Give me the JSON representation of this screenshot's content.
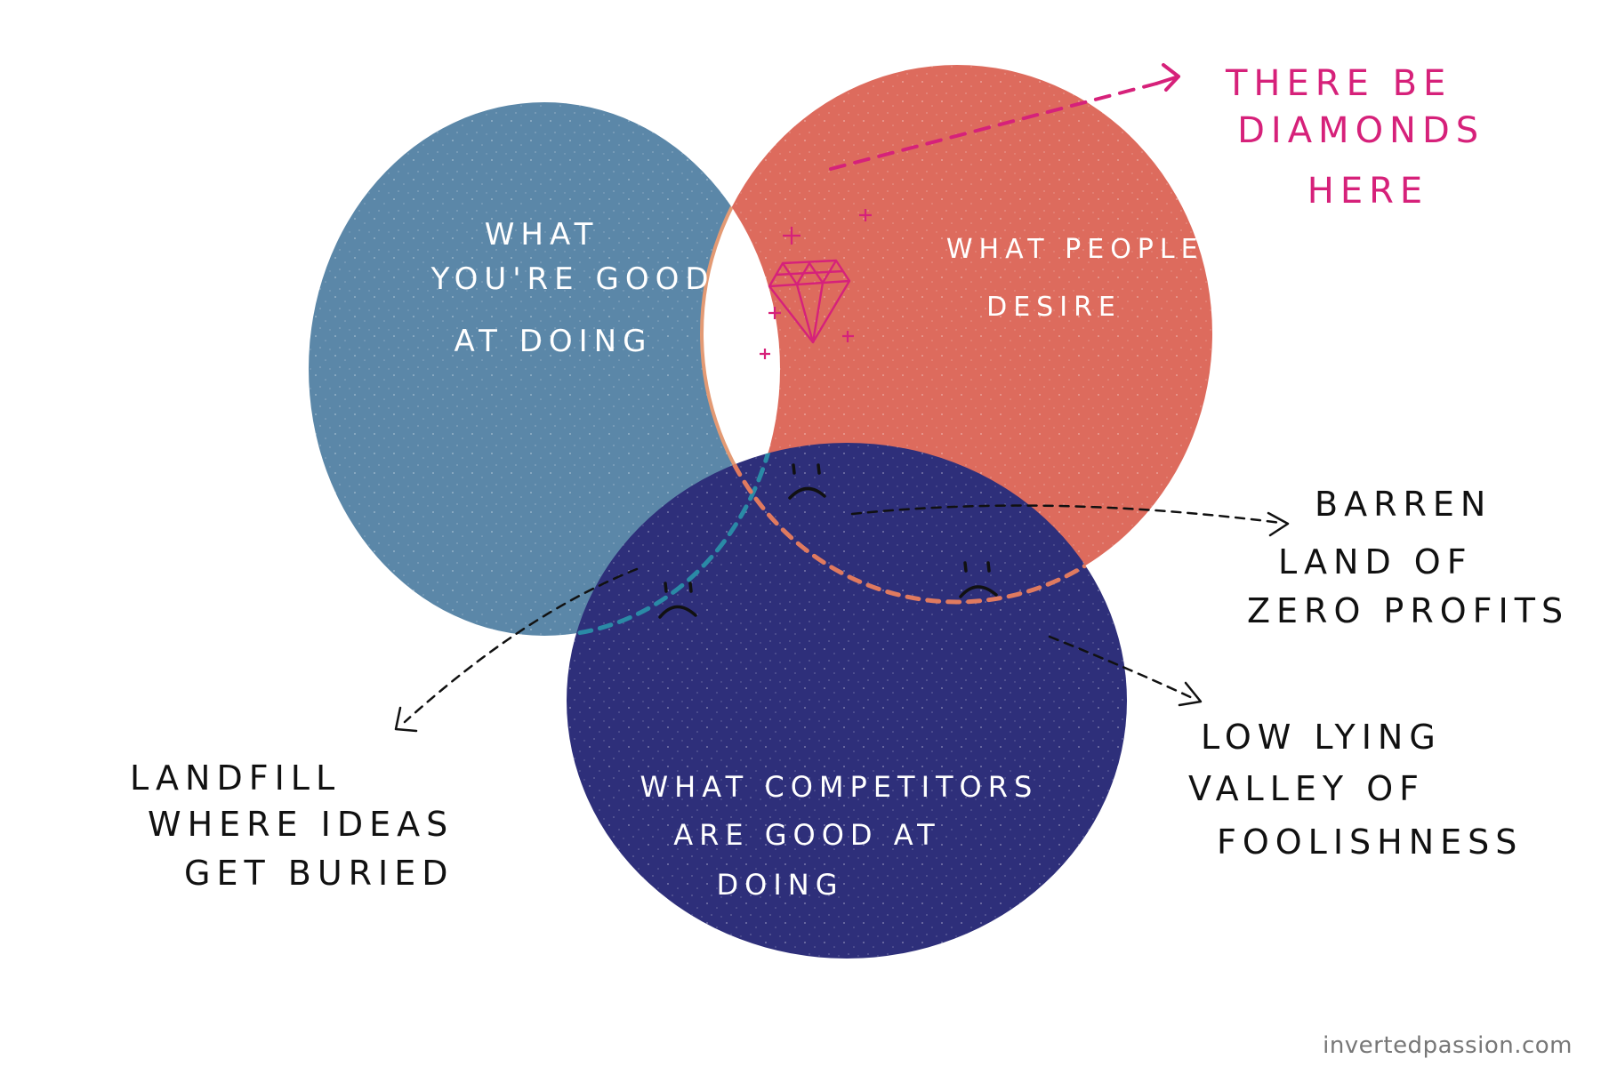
{
  "circles": {
    "skills": {
      "lines": [
        "WHAT",
        "YOU'RE GOOD",
        "AT DOING"
      ],
      "color": "#5b87a8"
    },
    "desire": {
      "lines": [
        "WHAT PEOPLE",
        "DESIRE"
      ],
      "color": "#dd6b5d"
    },
    "competitors": {
      "lines": [
        "WHAT COMPETITORS",
        "ARE GOOD AT",
        "DOING"
      ],
      "color": "#2e2f7a"
    }
  },
  "callouts": {
    "diamonds": {
      "lines": [
        "THERE BE",
        "DIAMONDS",
        "HERE"
      ],
      "color": "#d6217a"
    },
    "barren": {
      "lines": [
        "BARREN",
        "LAND OF",
        "ZERO PROFITS"
      ]
    },
    "landfill": {
      "lines": [
        "LANDFILL",
        "WHERE IDEAS",
        "GET BURIED"
      ]
    },
    "valley": {
      "lines": [
        "LOW LYING",
        "VALLEY OF",
        "FOOLISHNESS"
      ]
    }
  },
  "colors": {
    "ink": "#111111",
    "teal_dash": "#2a8aa6",
    "salmon_dash": "#e07a5f",
    "diamond_white": "#ffffff"
  },
  "icons": [
    "diamond-icon",
    "sparkle-icon",
    "sad-face-icon"
  ],
  "watermark": "invertedpassion.com"
}
